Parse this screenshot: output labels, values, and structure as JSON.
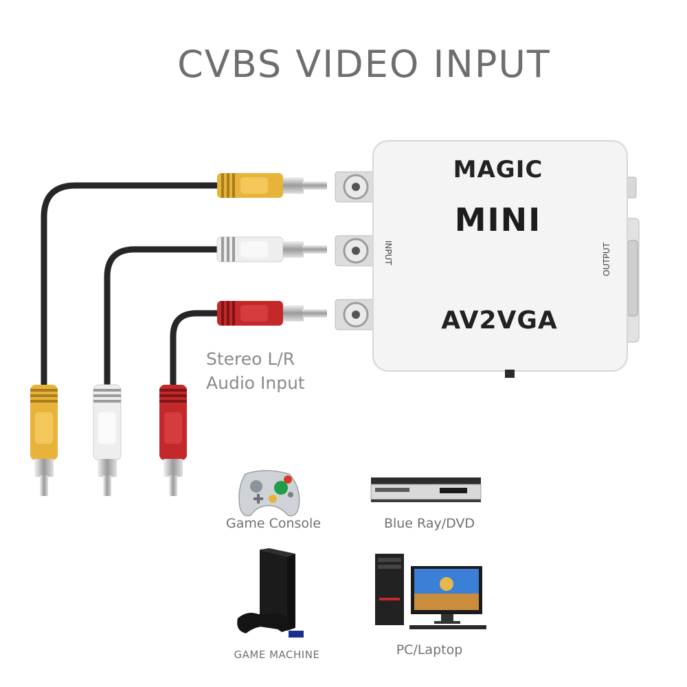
{
  "title": "CVBS VIDEO INPUT",
  "device": {
    "brand": "MAGIC",
    "model": "MINI",
    "product": "AV2VGA",
    "input_label": "INPUT",
    "output_label": "OUTPUT"
  },
  "audio_label": {
    "line1": "Stereo L/R",
    "line2": "Audio Input"
  },
  "sources": [
    {
      "label": "Game Console",
      "icon": "gamepad-icon"
    },
    {
      "label": "Blue Ray/DVD",
      "icon": "dvd-player-icon"
    },
    {
      "label": "GAME MACHINE",
      "icon": "game-machine-icon"
    },
    {
      "label": "PC/Laptop",
      "icon": "pc-monitor-icon"
    }
  ],
  "colors": {
    "yellow_plug": "#e8b33a",
    "white_plug": "#eeeeee",
    "red_plug": "#c3282a",
    "cable": "#262626",
    "device_body": "#f4f4f4"
  }
}
